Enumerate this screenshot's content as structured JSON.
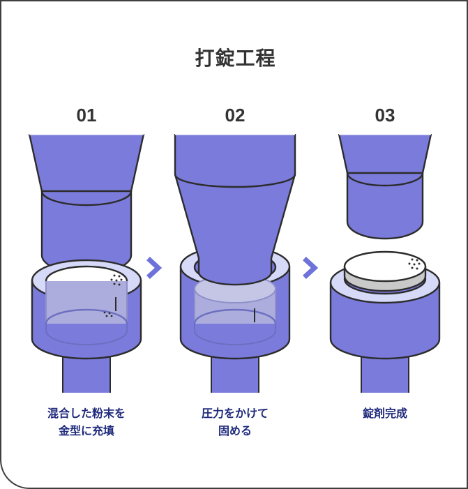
{
  "diagram": {
    "title": "打錠工程",
    "kind": "process-flow",
    "colors": {
      "border": "#3f3f3f",
      "background": "#ffffff",
      "title_text": "#333333",
      "step_number_text": "#333333",
      "caption_text": "#1f2a7c",
      "punch_purple": "#7b7bdc",
      "ring_light": "#d6d9f7",
      "powder_fill": "#acaddd",
      "tablet_white": "#ffffff",
      "tablet_shadow": "#c9c9c9",
      "chevron": "#6f72d8",
      "outline": "#2c2c2c"
    },
    "separators": [
      {
        "name": "chevron-1",
        "glyph": "chevron-right-icon"
      },
      {
        "name": "chevron-2",
        "glyph": "chevron-right-icon"
      }
    ],
    "steps": [
      {
        "number": "01",
        "caption": "混合した粉末を\n金型に充填",
        "art": "punch-raised-die-filled-with-powder"
      },
      {
        "number": "02",
        "caption": "圧力をかけて\n固める",
        "art": "punch-lowered-compressing-powder"
      },
      {
        "number": "03",
        "caption": "錠剤完成",
        "art": "punch-raised-finished-tablet-on-die"
      }
    ]
  }
}
